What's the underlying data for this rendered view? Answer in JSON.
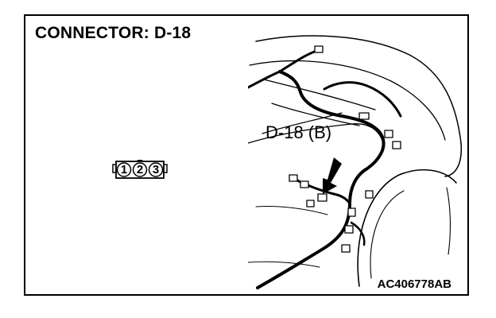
{
  "diagram": {
    "title": "CONNECTOR: D-18",
    "connector": {
      "pins": [
        "1",
        "2",
        "3"
      ]
    },
    "location_label": "D-18 (B)",
    "reference_code": "AC406778AB"
  }
}
